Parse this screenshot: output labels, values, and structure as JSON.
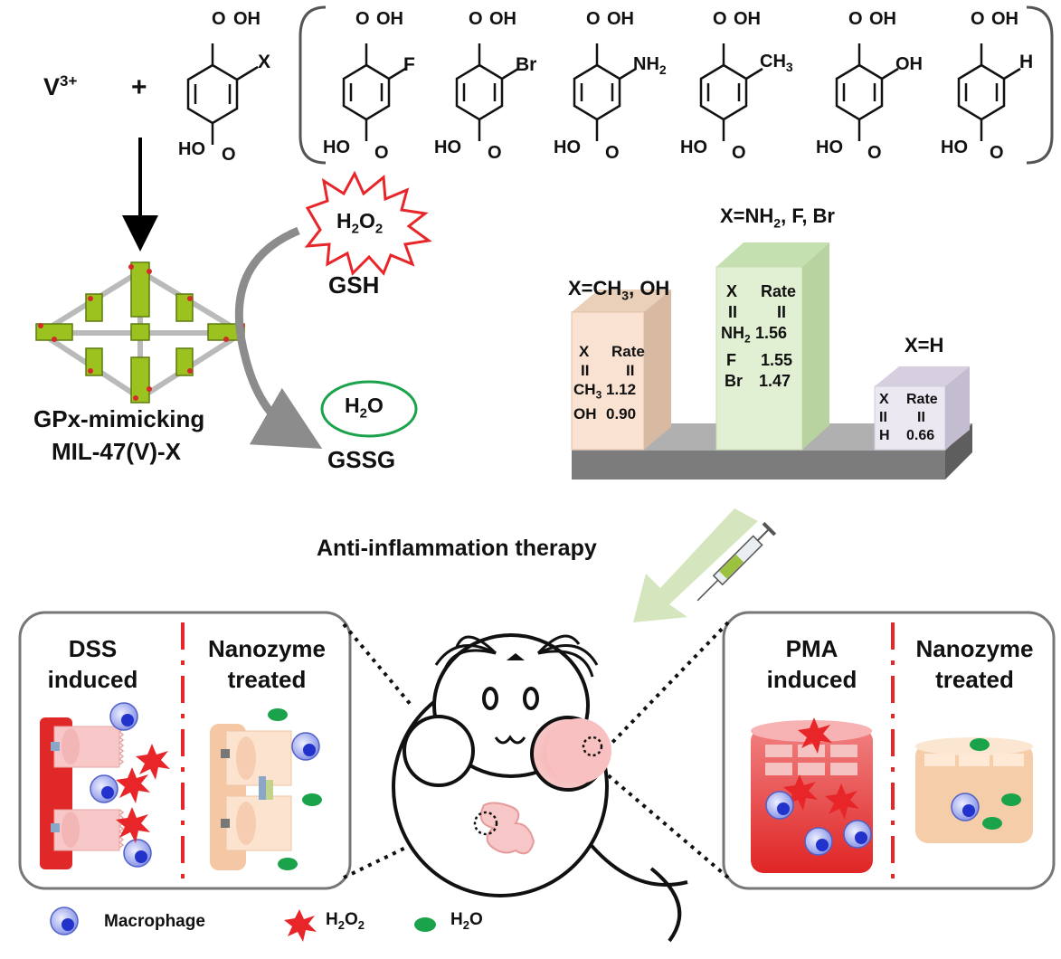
{
  "reaction": {
    "metal": "V",
    "metal_charge": "3+",
    "plus": "+",
    "substituent_var": "X",
    "acid_cooh": "OH",
    "acid_o": "O",
    "ho_label": "HO",
    "substituents": [
      "F",
      "Br",
      "NH",
      "CH",
      "OH",
      "H"
    ],
    "nh2_sub": "2",
    "ch3_sub": "3"
  },
  "mof": {
    "line1": "GPx-mimicking",
    "line2": "MIL-47(V)-X"
  },
  "cycle": {
    "h2o2_main": "H",
    "h2o2_sub1": "2",
    "h2o2_mid": "O",
    "h2o2_sub2": "2",
    "gsh": "GSH",
    "h2o_main": "H",
    "h2o_sub": "2",
    "h2o_o": "O",
    "gssg": "GSSG"
  },
  "rates": {
    "group_left_title": "X=CH",
    "group_left_title_sub": "3",
    "group_left_title_tail": ", OH",
    "group_mid_title": "X=NH",
    "group_mid_title_sub": "2",
    "group_mid_title_tail": ", F, Br",
    "group_right_title": "X=H",
    "col_x": "X",
    "col_rate": "Rate",
    "eq": "II",
    "left_rows": [
      {
        "x": "CH",
        "x_sub": "3",
        "rate": "1.12"
      },
      {
        "x": "OH",
        "x_sub": "",
        "rate": "0.90"
      }
    ],
    "mid_rows": [
      {
        "x": "NH",
        "x_sub": "2",
        "rate": "1.56"
      },
      {
        "x": "F",
        "x_sub": "",
        "rate": "1.55"
      },
      {
        "x": "Br",
        "x_sub": "",
        "rate": "1.47"
      }
    ],
    "right_rows": [
      {
        "x": "H",
        "x_sub": "",
        "rate": "0.66"
      }
    ]
  },
  "therapy": {
    "label": "Anti-inflammation therapy"
  },
  "left_panel": {
    "title_a1": "DSS",
    "title_a2": "induced",
    "title_b1": "Nanozyme",
    "title_b2": "treated"
  },
  "right_panel": {
    "title_a1": "PMA",
    "title_a2": "induced",
    "title_b1": "Nanozyme",
    "title_b2": "treated"
  },
  "legend": {
    "macrophage": "Macrophage",
    "h2o2_main": "H",
    "h2o2_sub1": "2",
    "h2o2_mid": "O",
    "h2o2_sub2": "2",
    "h2o_main": "H",
    "h2o_sub": "2",
    "h2o_o": "O"
  },
  "colors": {
    "red": "#e8262a",
    "green": "#1aa34a",
    "block_left": "#f7dcc8",
    "block_mid": "#d5ebc0",
    "block_right": "#ddd6e6",
    "base": "#8a8a8a",
    "macrophage": "#6a7be0"
  }
}
